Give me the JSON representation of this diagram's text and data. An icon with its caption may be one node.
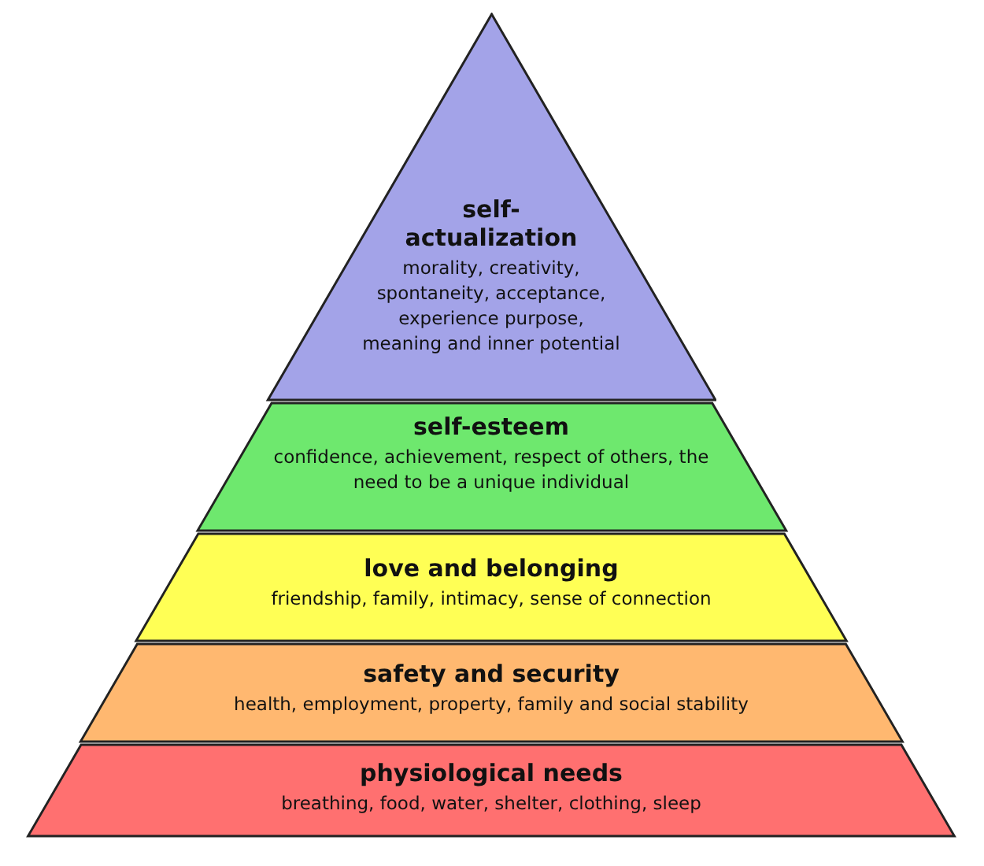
{
  "diagram": {
    "nodes": [
      {
        "text": [
          "self-actualization",
          "morality, creativity, spontaneity, acceptance, experience purpose, meaning and inner potential"
        ]
      },
      {
        "text": [
          "self-esteem",
          "confidence, achievement, respect of others, the need to be a unique individual"
        ]
      },
      {
        "text": [
          "love and belonging",
          "friendship, family, intimacy, sense of connection"
        ]
      },
      {
        "text": [
          "safety and security",
          "health, employment, property, family and social stability"
        ]
      },
      {
        "text": [
          "physiological needs",
          "breathing, food, water, shelter, clothing, sleep"
        ]
      }
    ]
  }
}
